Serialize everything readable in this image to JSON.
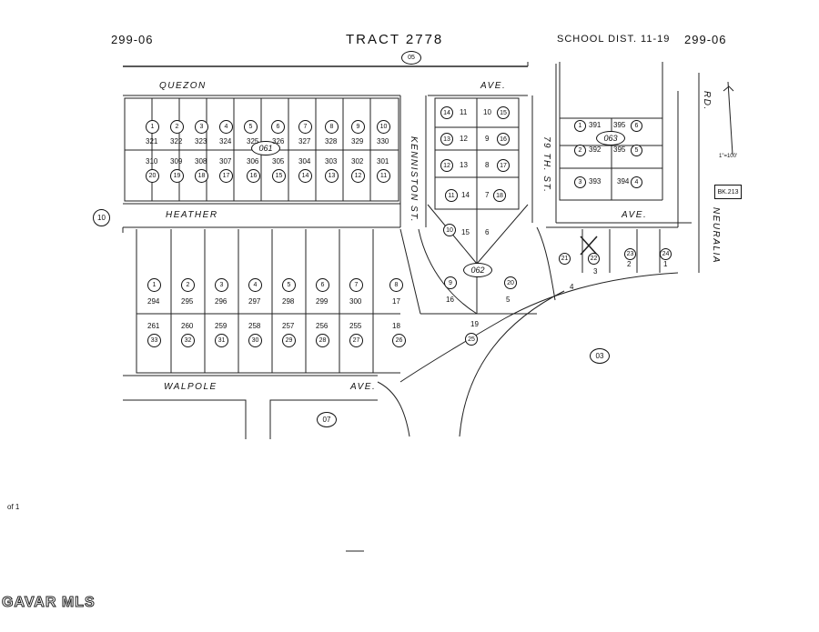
{
  "header": {
    "book_left": "299-06",
    "tract": "TRACT 2778",
    "school_district": "SCHOOL DIST. 11-19",
    "book_right": "299-06",
    "page_code_top": "05"
  },
  "streets": {
    "quezon": "QUEZON",
    "quezon_ave": "AVE.",
    "heather": "HEATHER",
    "heather_ave": "AVE.",
    "walpole": "WALPOLE",
    "walpole_ave": "AVE.",
    "kenniston": "KENNISTON ST.",
    "seventy_ninth": "79 TH. ST.",
    "neuralia": "NEURALIA",
    "rd": "RD."
  },
  "map_codes": {
    "left_10": "10",
    "code_07": "07",
    "code_03": "03",
    "bk": "BK.213",
    "scale": "1\"=100'",
    "oval_061": "061",
    "oval_062": "062",
    "oval_063": "063"
  },
  "block_top_left": {
    "circles_top": [
      "1",
      "2",
      "3",
      "4",
      "5",
      "6",
      "7",
      "8",
      "9",
      "10"
    ],
    "lots_top": [
      "321",
      "322",
      "323",
      "324",
      "325",
      "326",
      "327",
      "328",
      "329",
      "330"
    ],
    "lots_bottom": [
      "310",
      "309",
      "308",
      "307",
      "306",
      "305",
      "304",
      "303",
      "302",
      "301"
    ],
    "circles_bottom": [
      "20",
      "19",
      "18",
      "17",
      "16",
      "15",
      "14",
      "13",
      "12",
      "11"
    ]
  },
  "block_heather": {
    "circles_top": [
      "1",
      "2",
      "3",
      "4",
      "5",
      "6",
      "7",
      "8"
    ],
    "lots_top": [
      "294",
      "295",
      "296",
      "297",
      "298",
      "299",
      "300",
      "17"
    ],
    "lots_bottom": [
      "261",
      "260",
      "259",
      "258",
      "257",
      "256",
      "255",
      "18"
    ],
    "circles_bottom": [
      "33",
      "32",
      "31",
      "30",
      "29",
      "28",
      "27",
      "26"
    ]
  },
  "block_center": {
    "lots": [
      "11",
      "10",
      "12",
      "9",
      "13",
      "8",
      "14",
      "7",
      "15",
      "6",
      "16",
      "5",
      "19"
    ],
    "circles": [
      "14",
      "15",
      "13",
      "16",
      "12",
      "17",
      "11",
      "18",
      "10",
      "9",
      "20",
      "25"
    ]
  },
  "block_right": {
    "lots": [
      "391",
      "395",
      "392",
      "395",
      "393",
      "394"
    ],
    "circles": [
      "1",
      "6",
      "2",
      "5",
      "3",
      "4"
    ]
  },
  "block_se": {
    "lots": [
      "4",
      "2",
      "3",
      "1"
    ],
    "circles": [
      "21",
      "23",
      "22",
      "24"
    ]
  },
  "footer": {
    "of": "of 1",
    "watermark": "GAVAR MLS"
  }
}
